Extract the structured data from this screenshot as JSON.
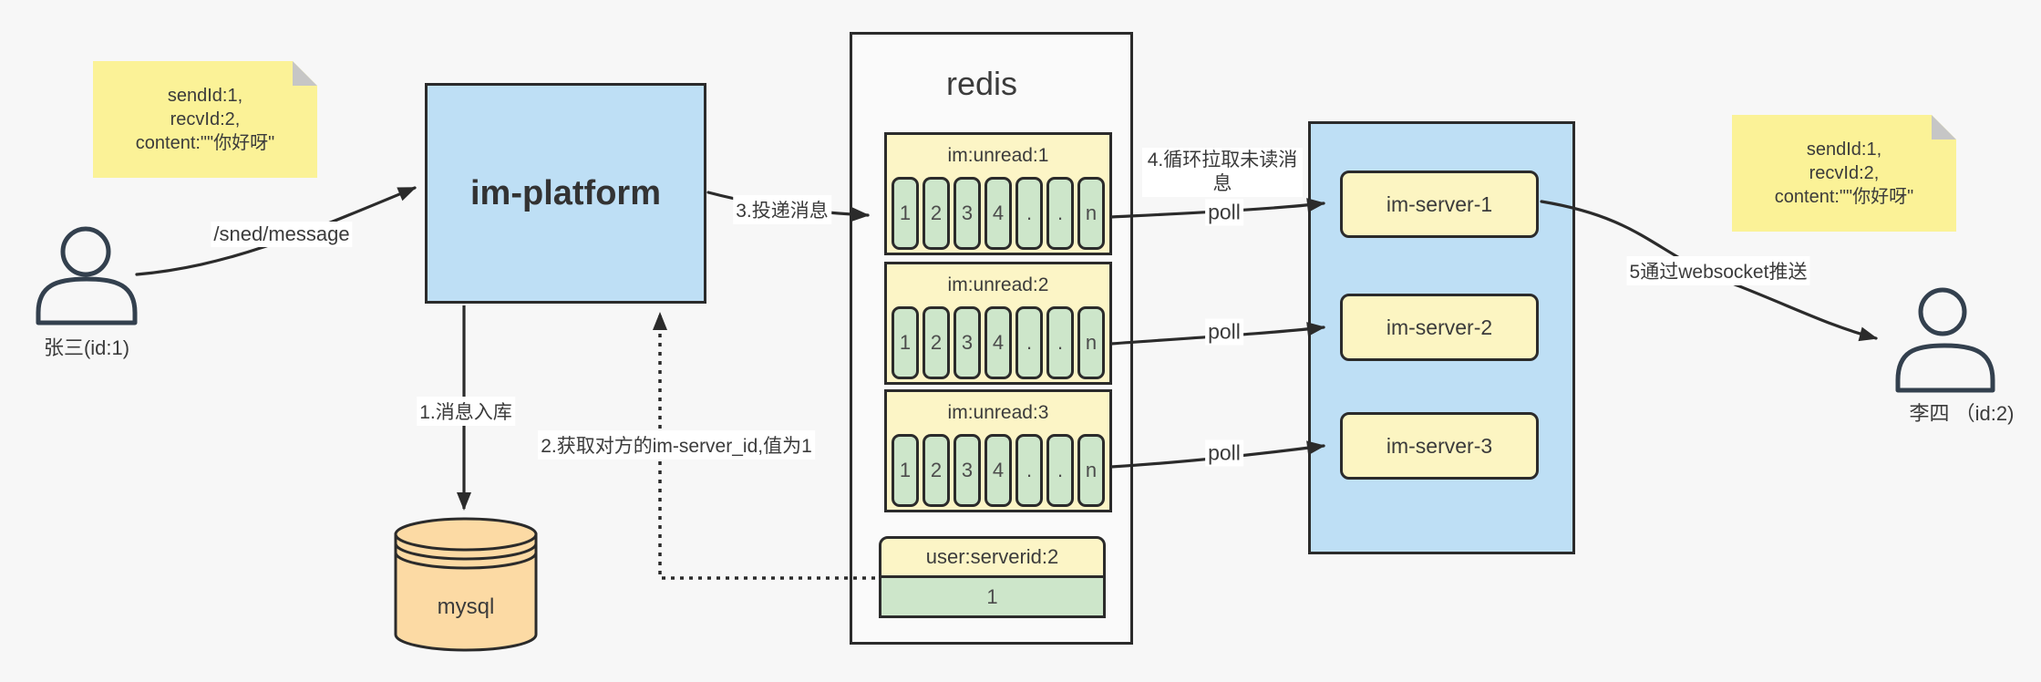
{
  "colors": {
    "accent_blue": "#bedff5",
    "note_yellow": "#fbf297",
    "pale_yellow": "#fcf5c6",
    "cell_green": "#cde6ca",
    "db_orange": "#fcdaa4",
    "line_dark": "#2b2b2b",
    "background": "#f7f7f7"
  },
  "actors": {
    "sender": {
      "label": "张三(id:1)"
    },
    "receiver": {
      "label": "李四 （id:2)"
    }
  },
  "notes": {
    "left": {
      "line1": "sendId:1,",
      "line2": "recvId:2,",
      "line3": "content:\"\"你好呀\""
    },
    "right": {
      "line1": "sendId:1,",
      "line2": "recvId:2,",
      "line3": "content:\"\"你好呀\""
    }
  },
  "platform": {
    "label": "im-platform"
  },
  "database": {
    "label": "mysql"
  },
  "redis": {
    "title": "redis",
    "queues": [
      {
        "name": "im:unread:1",
        "cells": [
          "1",
          "2",
          "3",
          "4",
          ".",
          ".",
          "n"
        ]
      },
      {
        "name": "im:unread:2",
        "cells": [
          "1",
          "2",
          "3",
          "4",
          ".",
          ".",
          "n"
        ]
      },
      {
        "name": "im:unread:3",
        "cells": [
          "1",
          "2",
          "3",
          "4",
          ".",
          ".",
          "n"
        ]
      }
    ],
    "kv": {
      "key": "user:serverid:2",
      "value": "1"
    }
  },
  "servers": [
    {
      "label": "im-server-1"
    },
    {
      "label": "im-server-2"
    },
    {
      "label": "im-server-3"
    }
  ],
  "edges": {
    "send": "/sned/message",
    "store": "1.消息入库",
    "get_server_id": "2.获取对方的im-server_id,值为1",
    "deliver": "3.投递消息",
    "pull": "4.循环拉取未读消息",
    "poll": "poll",
    "push": "5通过websocket推送"
  }
}
